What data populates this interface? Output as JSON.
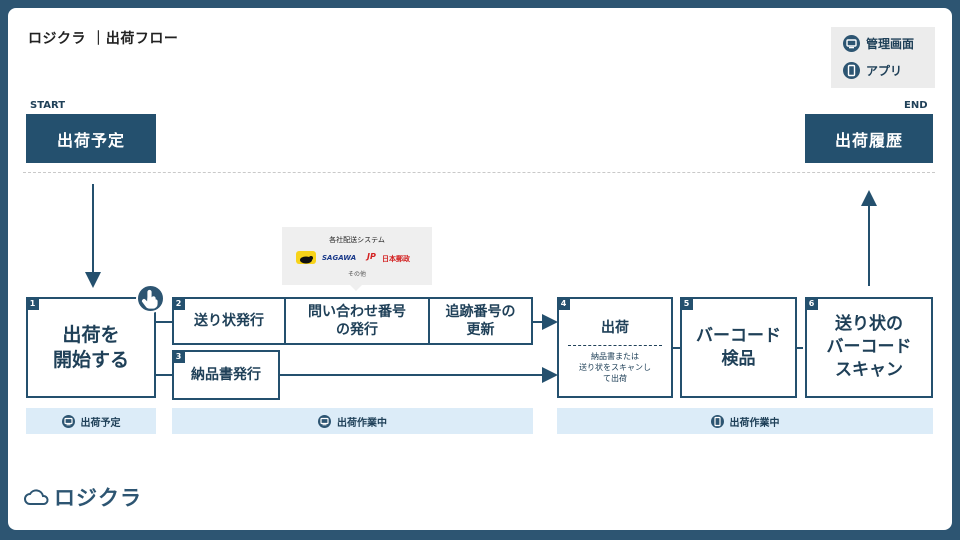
{
  "title": "ロジクラ ｜出荷フロー",
  "legend": {
    "admin": "管理画面",
    "app": "アプリ"
  },
  "start": {
    "label": "START",
    "box": "出荷予定"
  },
  "end": {
    "label": "END",
    "box": "出荷履歴"
  },
  "carriers": {
    "heading": "各社配送システム",
    "sagawa": "SAGAWA",
    "jp": "日本郵政",
    "other": "その他"
  },
  "steps": {
    "s1": {
      "num": "1",
      "text": "出荷を\n開始する"
    },
    "s2": {
      "num": "2",
      "text": "送り状発行"
    },
    "s2b": {
      "text": "問い合わせ番号\nの発行"
    },
    "s2c": {
      "text": "追跡番号の\n更新"
    },
    "s3": {
      "num": "3",
      "text": "納品書発行"
    },
    "s4": {
      "num": "4",
      "text": "出荷",
      "sub": "納品書または\n送り状をスキャンし\nて出荷"
    },
    "s5": {
      "num": "5",
      "text": "バーコード\n検品"
    },
    "s6": {
      "num": "6",
      "text": "送り状の\nバーコード\nスキャン"
    }
  },
  "bands": {
    "b1": "出荷予定",
    "b2": "出荷作業中",
    "b3": "出荷作業中"
  },
  "logo": "ロジクラ",
  "colors": {
    "navy": "#24506e",
    "band": "#dcecf8",
    "frame": "#2d5572"
  }
}
